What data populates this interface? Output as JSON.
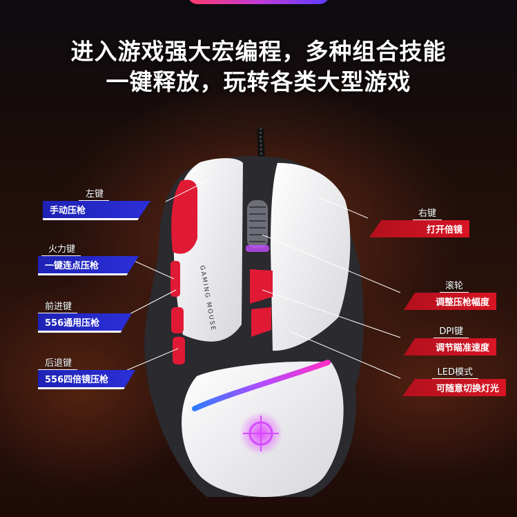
{
  "headline": {
    "line1": "进入游戏强大宏编程，多种组合技能",
    "line2": "一键释放，玩转各类大型游戏"
  },
  "mouse": {
    "side_text": "GAMING MOUSE",
    "colors": {
      "body": "#ececf0",
      "dark": "#2b2b30",
      "accent": "#e01a35",
      "rgb_start": "#2f7bff",
      "rgb_end": "#ff2dc8"
    }
  },
  "labels_left": [
    {
      "title": "左键",
      "desc": "手动压枪"
    },
    {
      "title": "火力键",
      "desc": "一键连点压枪"
    },
    {
      "title": "前进键",
      "desc": "556通用压枪"
    },
    {
      "title": "后退键",
      "desc": "556四倍镜压枪"
    }
  ],
  "labels_right": [
    {
      "title": "右键",
      "desc": "打开倍镜"
    },
    {
      "title": "滚轮",
      "desc": "调整压枪幅度"
    },
    {
      "title": "DPI键",
      "desc": "调节瞄准速度"
    },
    {
      "title": "LED模式",
      "desc": "可随意切换灯光"
    }
  ]
}
